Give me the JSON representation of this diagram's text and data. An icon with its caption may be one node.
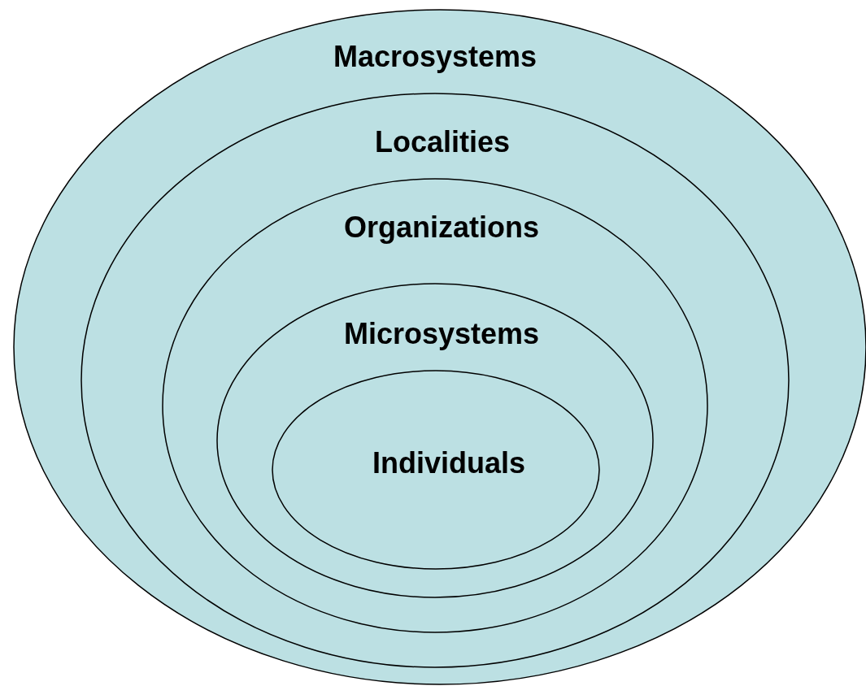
{
  "diagram": {
    "nodes": [
      {
        "text": [
          "Macrosystems"
        ]
      },
      {
        "text": [
          "Localities"
        ],
        "in": 0
      },
      {
        "text": [
          "Organizations"
        ],
        "in": 1
      },
      {
        "text": [
          "Microsystems"
        ],
        "in": 2
      },
      {
        "text": [
          "Individuals"
        ],
        "in": 3
      }
    ]
  }
}
